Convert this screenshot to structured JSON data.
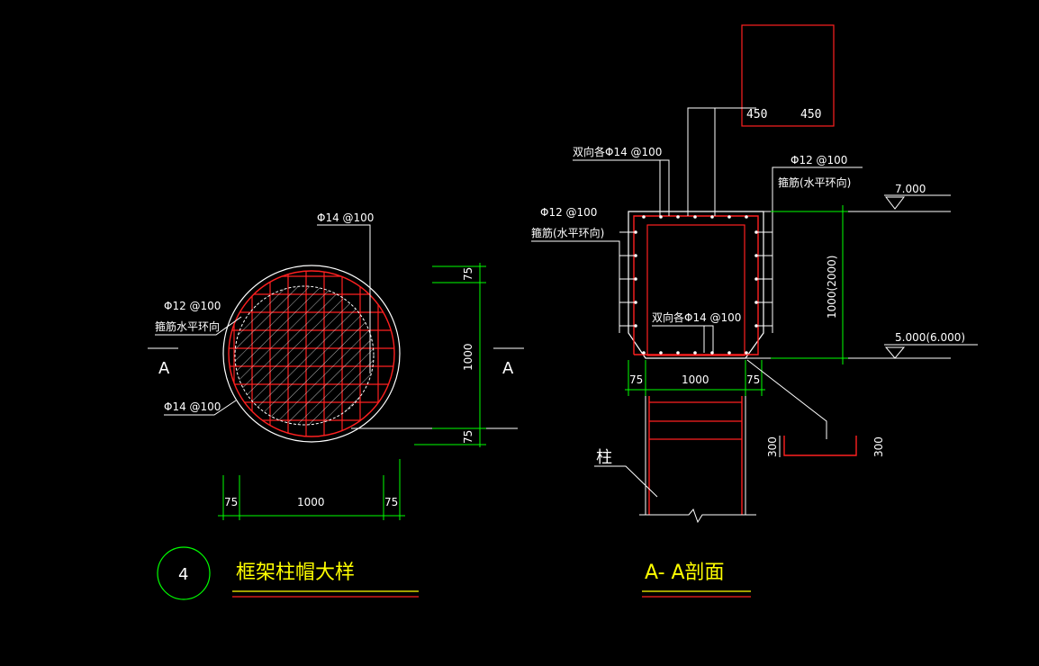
{
  "colors": {
    "background": "#000000",
    "line": "#ffffff",
    "rebar": "#ff0000",
    "dimension": "#00ff00",
    "title": "#ffff00"
  },
  "plan": {
    "label_top_rebar": "Φ14 @100",
    "label_stirrup_spec": "Φ12 @100",
    "label_stirrup_desc": "箍筋水平环向",
    "label_bottom_rebar": "Φ14 @100",
    "section_mark_left": "A",
    "section_mark_right": "A",
    "dim_vertical": [
      "75",
      "1000",
      "75"
    ],
    "dim_horizontal": [
      "75",
      "1000",
      "75"
    ]
  },
  "section": {
    "label_top_two_way": "双向各Φ14 @100",
    "label_left_stirrup_spec": "Φ12 @100",
    "label_left_stirrup_desc": "箍筋(水平环向)",
    "label_right_stirrup_spec": "Φ12 @100",
    "label_right_stirrup_desc": "箍筋(水平环向)",
    "label_inner_two_way": "双向各Φ14 @100",
    "column_dims": [
      "450",
      "450"
    ],
    "elevation_top": "7.000",
    "elevation_bottom": "5.000(6.000)",
    "dim_height": "1000(2000)",
    "dim_width": [
      "75",
      "1000",
      "75"
    ],
    "column_label": "柱",
    "detail_dims": [
      "300",
      "300"
    ]
  },
  "titles": {
    "detail_number": "4",
    "detail_title": "框架柱帽大样",
    "section_title": "A- A剖面"
  }
}
